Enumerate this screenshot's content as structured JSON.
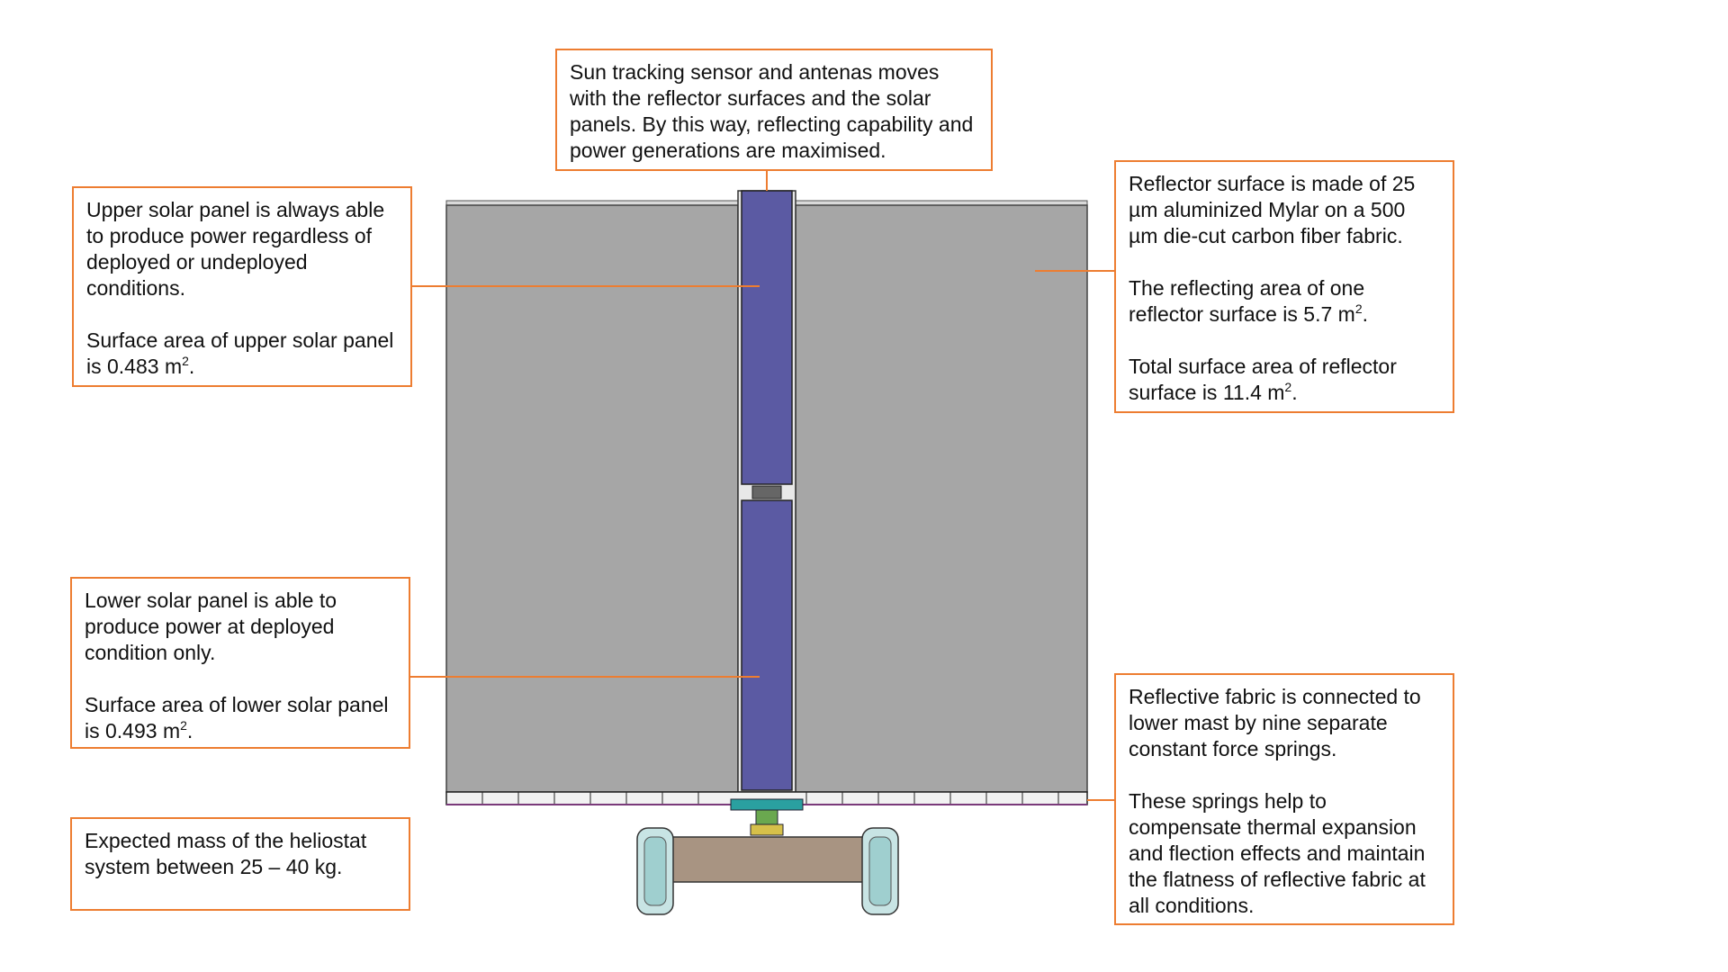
{
  "callouts": {
    "sensor": {
      "text": "Sun tracking sensor and antenas moves with the reflector surfaces and the solar panels. By this way, reflecting capability and power generations are maximised."
    },
    "upper_panel": {
      "p1": "Upper solar panel is always able to produce power regardless of deployed or undeployed conditions.",
      "p2_prefix": "Surface area of upper solar panel is 0.483 m",
      "p2_sup": "2",
      "p2_suffix": "."
    },
    "reflector": {
      "p1": "Reflector surface is made of 25 µm aluminized Mylar on a 500 µm die-cut carbon fiber fabric.",
      "p2_prefix": "The reflecting area of one reflector surface is 5.7 m",
      "p2_sup": "2",
      "p2_suffix": ".",
      "p3_prefix": "Total surface area of reflector surface is 11.4 m",
      "p3_sup": "2",
      "p3_suffix": "."
    },
    "lower_panel": {
      "p1": "Lower solar panel is able to produce power at deployed condition only.",
      "p2_prefix": "Surface area of lower solar panel is 0.493 m",
      "p2_sup": "2",
      "p2_suffix": "."
    },
    "mass": {
      "text": "Expected mass of the heliostat system between 25 – 40 kg."
    },
    "fabric": {
      "p1": "Reflective fabric is connected to lower mast by nine separate constant force springs.",
      "p2": "These springs help to compensate thermal expansion and flection effects and maintain the flatness of reflective fabric at all conditions."
    }
  },
  "colors": {
    "callout_border": "#ed7d31",
    "leader_line": "#ed7d31",
    "reflector_fill": "#a6a6a6",
    "solar_panel_fill": "#5b5aa3",
    "base_fill": "#a89482",
    "wheel_fill": "#c8e4e4"
  }
}
